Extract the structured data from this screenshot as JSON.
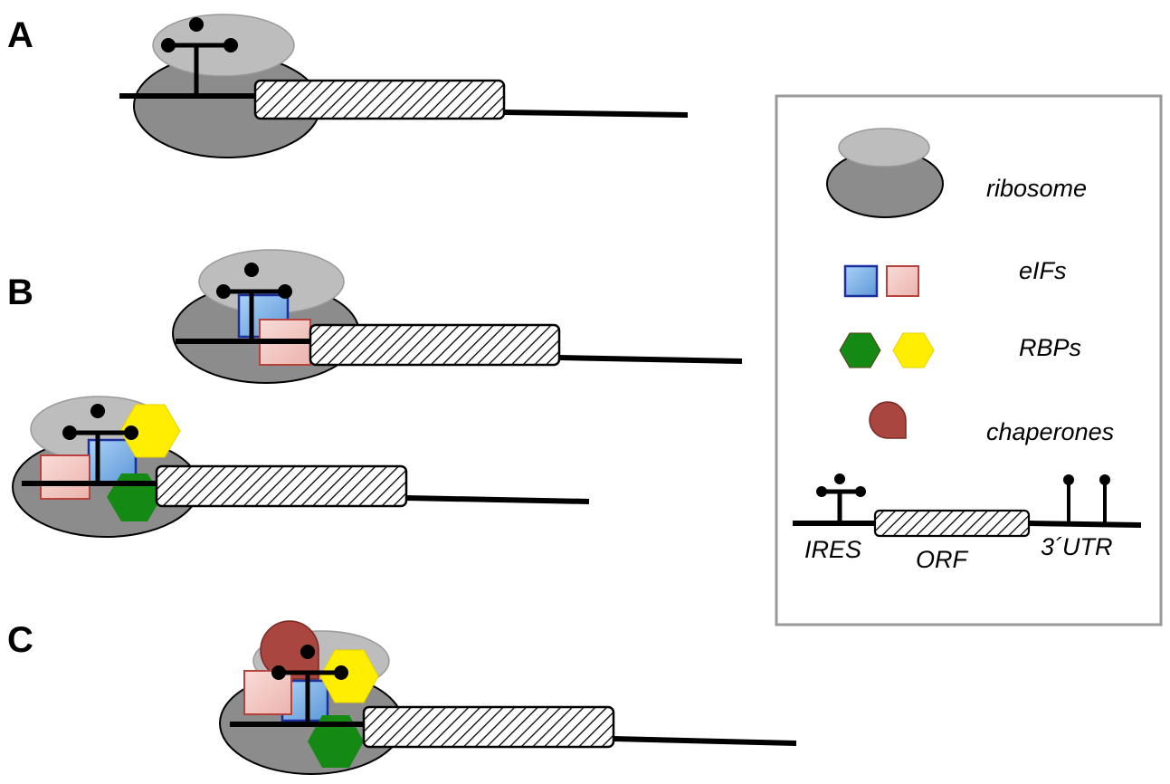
{
  "panels": {
    "a": {
      "label": "A"
    },
    "b": {
      "label": "B"
    },
    "c": {
      "label": "C"
    }
  },
  "legend": {
    "ribosome": "ribosome",
    "eifs": "eIFs",
    "rbps": "RBPs",
    "chaperones": "chaperones",
    "ires": "IRES",
    "orf": "ORF",
    "utr": "3´UTR"
  },
  "colors": {
    "ribosome_small_subunit": "#bdbdbd",
    "ribosome_large_subunit": "#8c8c8c",
    "eif_blue_fill": "#7fb3e6",
    "eif_blue_border": "#1a2f9e",
    "eif_pink_fill": "#f2c4c0",
    "eif_pink_border": "#b5423d",
    "rbp_green": "#148a14",
    "rbp_yellow": "#ffee00",
    "chaperone": "#a8463f",
    "mrna_line": "#000000"
  }
}
